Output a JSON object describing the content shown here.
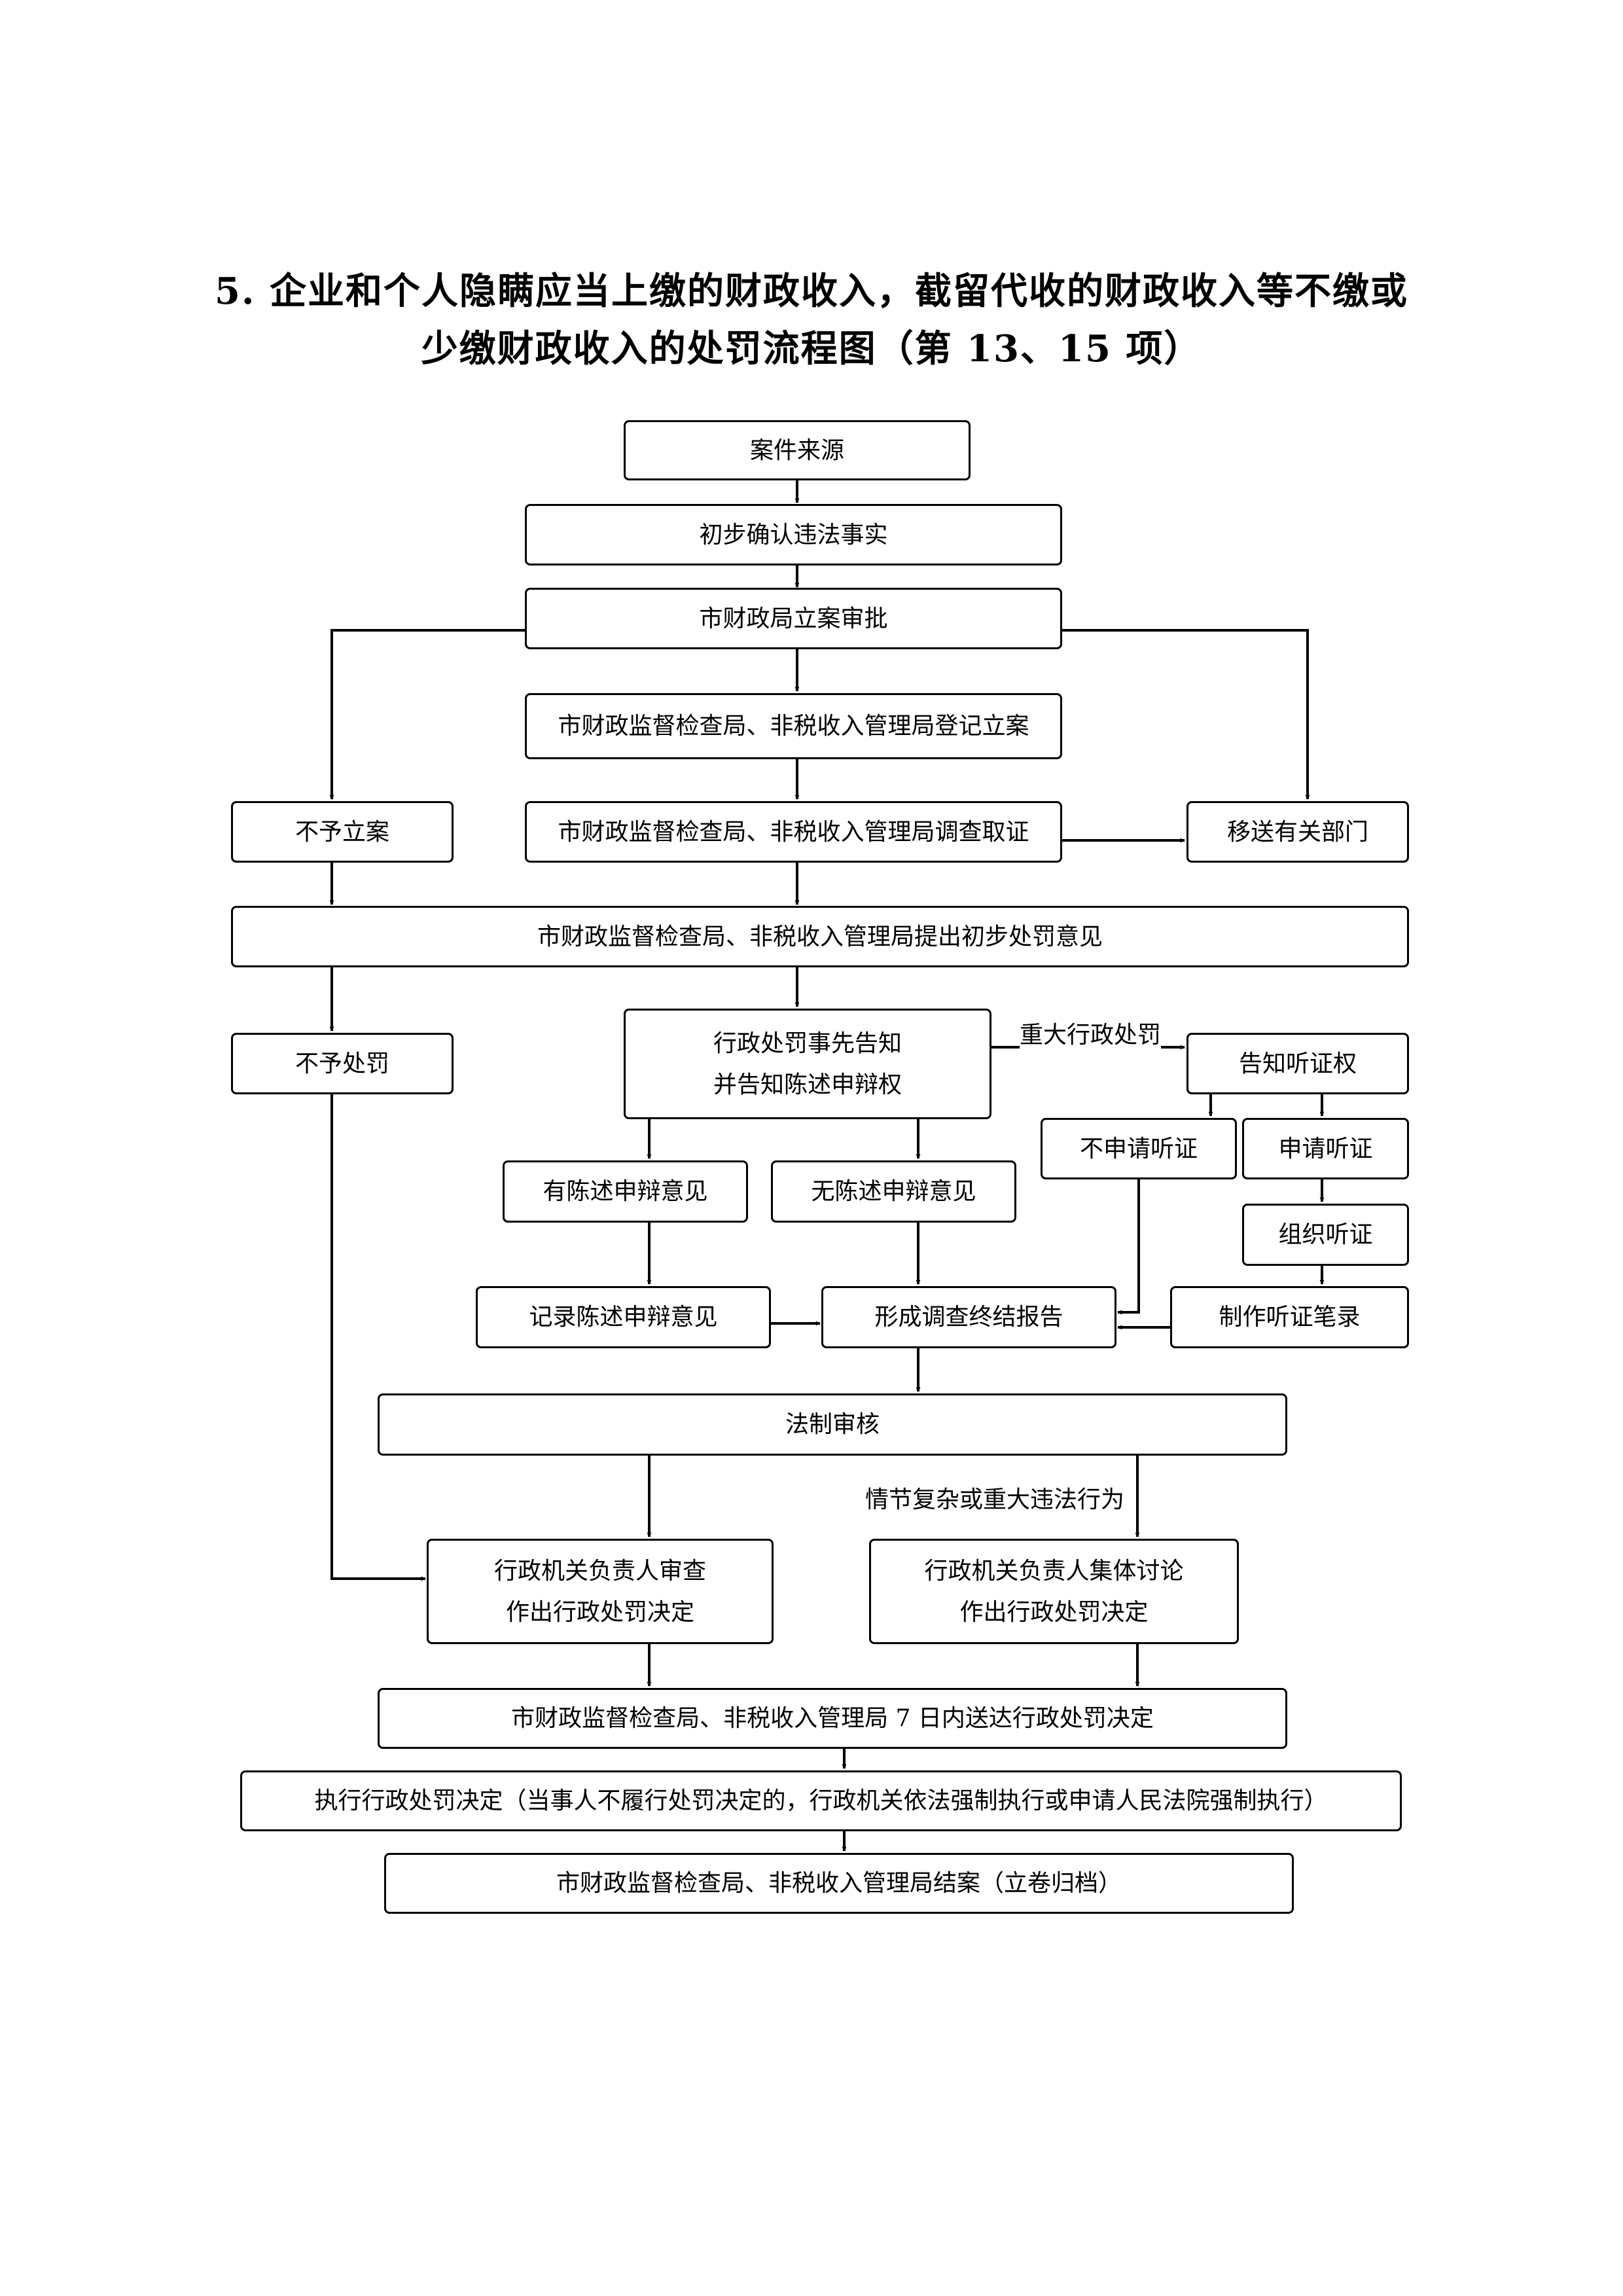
{
  "title": {
    "line1": "5. 企业和个人隐瞒应当上缴的财政收入，截留代收的财政收入等不缴或",
    "line2": "少缴财政收入的处罚流程图（第 13、15 项）"
  },
  "nodes": {
    "case_source": "案件来源",
    "preliminary_confirm": "初步确认违法事实",
    "approval": "市财政局立案审批",
    "register": "市财政监督检查局、非税收入管理局登记立案",
    "no_filing": "不予立案",
    "investigate": "市财政监督检查局、非税收入管理局调查取证",
    "transfer": "移送有关部门",
    "initial_opinion": "市财政监督检查局、非税收入管理局提出初步处罚意见",
    "no_penalty": "不予处罚",
    "notice_line1": "行政处罚事先告知",
    "notice_line2": "并告知陈述申辩权",
    "hearing_notice": "告知听证权",
    "no_hearing_apply": "不申请听证",
    "hearing_apply": "申请听证",
    "with_defense": "有陈述申辩意见",
    "without_defense": "无陈述申辩意见",
    "organize_hearing": "组织听证",
    "record_defense": "记录陈述申辩意见",
    "final_report": "形成调查终结报告",
    "hearing_record": "制作听证笔录",
    "legal_review": "法制审核",
    "head_review_line1": "行政机关负责人审查",
    "head_review_line2": "作出行政处罚决定",
    "collective_line1": "行政机关负责人集体讨论",
    "collective_line2": "作出行政处罚决定",
    "deliver": "市财政监督检查局、非税收入管理局 7 日内送达行政处罚决定",
    "execute": "执行行政处罚决定（当事人不履行处罚决定的，行政机关依法强制执行或申请人民法院强制执行）",
    "close_case": "市财政监督检查局、非税收入管理局结案（立卷归档）"
  },
  "edge_labels": {
    "major_penalty": "重大行政处罚",
    "complex_case": "情节复杂或重大违法行为"
  }
}
